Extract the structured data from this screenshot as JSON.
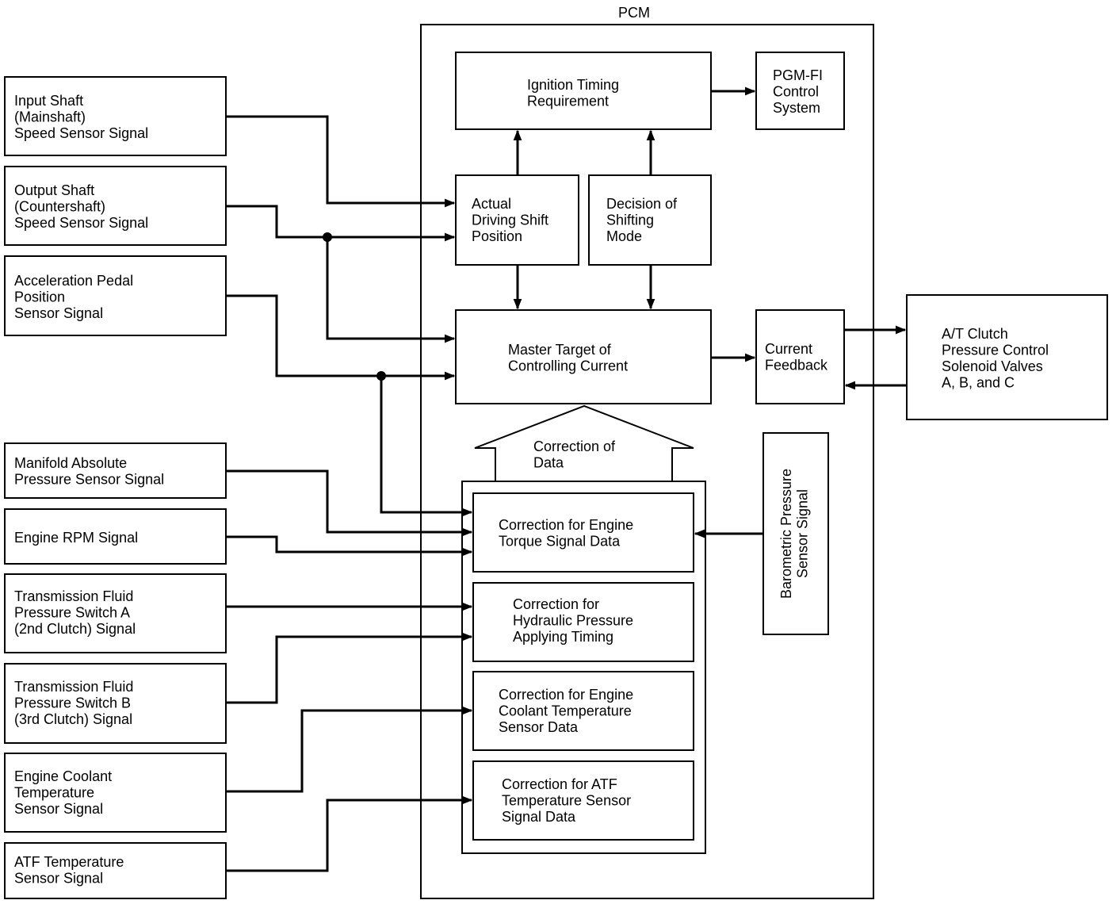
{
  "pcm_title": "PCM",
  "inputs": {
    "input_shaft": [
      "Input Shaft",
      "(Mainshaft)",
      "Speed Sensor Signal"
    ],
    "output_shaft": [
      "Output Shaft",
      "(Countershaft)",
      "Speed Sensor Signal"
    ],
    "accel_pedal": [
      "Acceleration Pedal",
      "Position",
      "Sensor Signal"
    ],
    "map": [
      "Manifold Absolute",
      "Pressure Sensor Signal"
    ],
    "engine_rpm": [
      "Engine RPM Signal"
    ],
    "tfps_a": [
      "Transmission Fluid",
      "Pressure Switch A",
      "(2nd Clutch) Signal"
    ],
    "tfps_b": [
      "Transmission Fluid",
      "Pressure Switch B",
      "(3rd Clutch) Signal"
    ],
    "ect": [
      "Engine Coolant",
      "Temperature",
      "Sensor Signal"
    ],
    "atf_temp": [
      "ATF Temperature",
      "Sensor Signal"
    ]
  },
  "pcm_blocks": {
    "ignition_timing": [
      "Ignition Timing",
      "Requirement"
    ],
    "pgm_fi": [
      "PGM-FI",
      "Control",
      "System"
    ],
    "actual_shift": [
      "Actual",
      "Driving Shift",
      "Position"
    ],
    "decision_mode": [
      "Decision of",
      "Shifting",
      "Mode"
    ],
    "master_target": [
      "Master Target of",
      "Controlling Current"
    ],
    "current_feedback": [
      "Current",
      "Feedback"
    ],
    "correction_of_data": [
      "Correction of",
      "Data"
    ],
    "corr_torque": [
      "Correction for Engine",
      "Torque Signal Data"
    ],
    "corr_hydraulic": [
      "Correction for",
      "Hydraulic Pressure",
      "Applying Timing"
    ],
    "corr_coolant": [
      "Correction for Engine",
      "Coolant Temperature",
      "Sensor Data"
    ],
    "corr_atf": [
      "Correction for ATF",
      "Temperature Sensor",
      "Signal Data"
    ]
  },
  "outputs": {
    "solenoids": [
      "A/T Clutch",
      "Pressure Control",
      "Solenoid Valves",
      "A, B, and C"
    ]
  },
  "barometric": [
    "Barometric Pressure",
    "Sensor Signal"
  ]
}
